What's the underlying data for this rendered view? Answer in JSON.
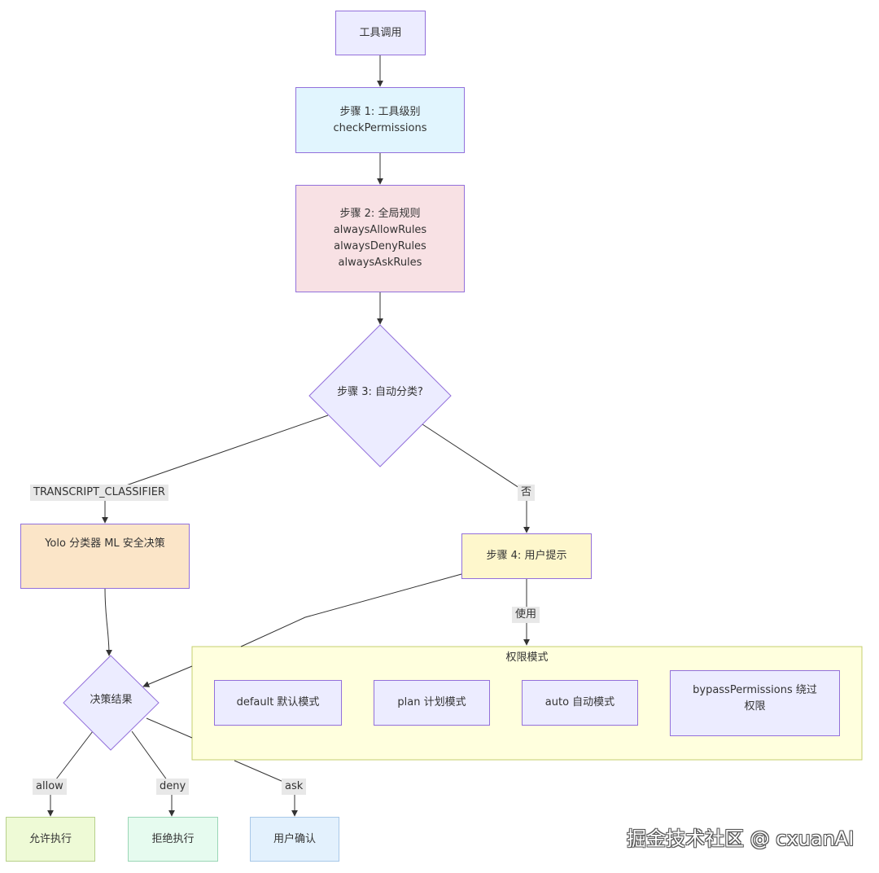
{
  "nodes": {
    "tool_call": {
      "label": "工具调用",
      "fill": "#ECECFF"
    },
    "step1": {
      "lines": [
        "步骤 1: 工具级别",
        "checkPermissions"
      ],
      "fill": "#E1F5FE"
    },
    "step2": {
      "lines": [
        "步骤 2: 全局规则",
        "alwaysAllowRules",
        "alwaysDenyRules",
        "alwaysAskRules"
      ],
      "fill": "#F8E1E4"
    },
    "step3": {
      "label": "步骤 3: 自动分类?",
      "fill": "#ECECFF"
    },
    "yolo": {
      "label": "Yolo 分类器 ML 安全决策",
      "fill": "#FBE5C8"
    },
    "step4": {
      "label": "步骤 4: 用户提示",
      "fill": "#FEF7CC"
    },
    "decision": {
      "label": "决策结果",
      "fill": "#ECECFF"
    },
    "allow_exec": {
      "label": "允许执行",
      "fill": "#EEFAD6"
    },
    "deny_exec": {
      "label": "拒绝执行",
      "fill": "#E6FBEF"
    },
    "user_confirm": {
      "label": "用户确认",
      "fill": "#E3F1FD"
    }
  },
  "cluster": {
    "title": "权限模式",
    "fill": "#FFFFDE",
    "modes": [
      {
        "label": "default 默认模式"
      },
      {
        "label": "plan 计划模式"
      },
      {
        "label": "auto 自动模式"
      },
      {
        "lines": [
          "bypassPermissions 绕过",
          "权限"
        ]
      }
    ]
  },
  "edge_labels": {
    "transcript": "TRANSCRIPT_CLASSIFIER",
    "no": "否",
    "use": "使用",
    "allow": "allow",
    "deny": "deny",
    "ask": "ask"
  },
  "watermark": "掘金技术社区 @ cxuanAI"
}
